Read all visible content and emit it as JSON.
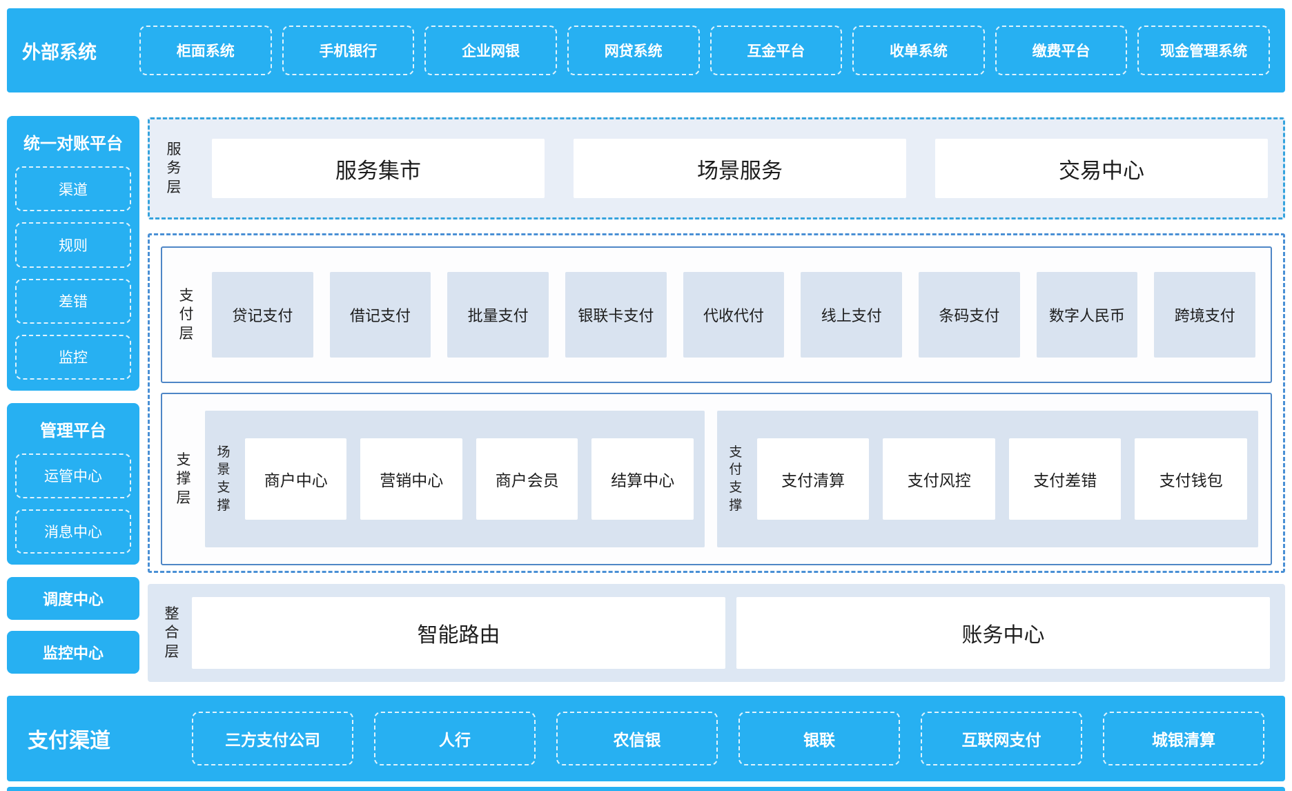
{
  "colors": {
    "primary_blue": "#27b0f2",
    "panel_light": "#dde7f3",
    "panel_light2": "#e8eef7",
    "box_light": "#d9e3f0",
    "border_solid": "#4e86c6",
    "border_dashed": "#4a90d5"
  },
  "external_systems": {
    "title": "外部系统",
    "items": [
      "柜面系统",
      "手机银行",
      "企业网银",
      "网贷系统",
      "互金平台",
      "收单系统",
      "缴费平台",
      "现金管理系统"
    ]
  },
  "sidebar": {
    "reconciliation": {
      "title": "统一对账平台",
      "items": [
        "渠道",
        "规则",
        "差错",
        "监控"
      ]
    },
    "management": {
      "title": "管理平台",
      "items": [
        "运管中心",
        "消息中心"
      ]
    },
    "scheduling_center": "调度中心",
    "monitoring_center": "监控中心"
  },
  "service_layer": {
    "label": "服务层",
    "items": [
      "服务集市",
      "场景服务",
      "交易中心"
    ]
  },
  "payment_layer": {
    "label": "支付层",
    "items": [
      "贷记支付",
      "借记支付",
      "批量支付",
      "银联卡支付",
      "代收代付",
      "线上支付",
      "条码支付",
      "数字人民币",
      "跨境支付"
    ]
  },
  "support_layer": {
    "label": "支撑层",
    "groups": [
      {
        "label": "场景支撑",
        "items": [
          "商户中心",
          "营销中心",
          "商户会员",
          "结算中心"
        ]
      },
      {
        "label": "支付支撑",
        "items": [
          "支付清算",
          "支付风控",
          "支付差错",
          "支付钱包"
        ]
      }
    ]
  },
  "integration_layer": {
    "label": "整合层",
    "items": [
      "智能路由",
      "账务中心"
    ]
  },
  "payment_channels": {
    "title": "支付渠道",
    "items": [
      "三方支付公司",
      "人行",
      "农信银",
      "银联",
      "互联网支付",
      "城银清算"
    ]
  }
}
